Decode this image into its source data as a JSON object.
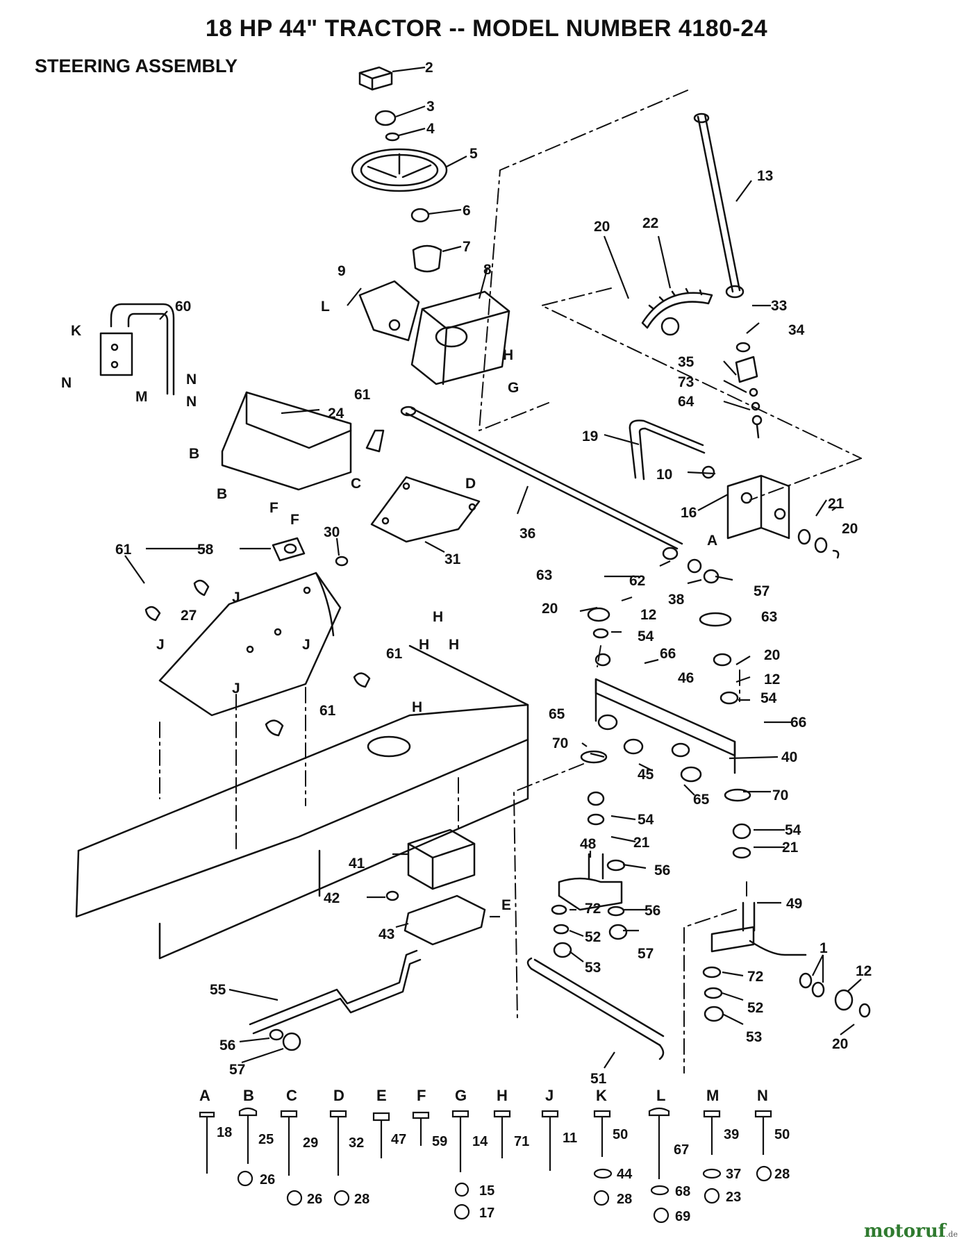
{
  "header": {
    "title": "18 HP 44\" TRACTOR -- MODEL NUMBER 4180-24",
    "section": "STEERING ASSEMBLY"
  },
  "callouts": [
    "1",
    "2",
    "3",
    "4",
    "5",
    "6",
    "7",
    "8",
    "9",
    "10",
    "12",
    "13",
    "16",
    "19",
    "20",
    "21",
    "22",
    "24",
    "27",
    "30",
    "31",
    "33",
    "34",
    "35",
    "36",
    "38",
    "40",
    "41",
    "42",
    "43",
    "45",
    "46",
    "48",
    "49",
    "51",
    "52",
    "53",
    "54",
    "55",
    "56",
    "57",
    "58",
    "60",
    "61",
    "62",
    "63",
    "64",
    "65",
    "66",
    "70",
    "72",
    "73"
  ],
  "reference_letters": [
    "A",
    "B",
    "C",
    "D",
    "E",
    "F",
    "G",
    "H",
    "J",
    "K",
    "L",
    "M",
    "N"
  ],
  "hardware_groups": [
    {
      "letter": "A",
      "parts": [
        "18",
        "26"
      ]
    },
    {
      "letter": "B",
      "parts": [
        "25",
        "26",
        "28"
      ]
    },
    {
      "letter": "C",
      "parts": [
        "29"
      ]
    },
    {
      "letter": "D",
      "parts": [
        "32"
      ]
    },
    {
      "letter": "E",
      "parts": [
        "47"
      ]
    },
    {
      "letter": "F",
      "parts": [
        "59"
      ]
    },
    {
      "letter": "G",
      "parts": [
        "14",
        "15",
        "17"
      ]
    },
    {
      "letter": "H",
      "parts": [
        "71"
      ]
    },
    {
      "letter": "J",
      "parts": [
        "11"
      ]
    },
    {
      "letter": "K",
      "parts": [
        "50",
        "44",
        "28"
      ]
    },
    {
      "letter": "L",
      "parts": [
        "67",
        "68",
        "69"
      ]
    },
    {
      "letter": "M",
      "parts": [
        "39",
        "37",
        "23"
      ]
    },
    {
      "letter": "N",
      "parts": [
        "50",
        "28"
      ]
    }
  ],
  "watermark": {
    "brand": "motoruf",
    "suffix": ".de"
  }
}
